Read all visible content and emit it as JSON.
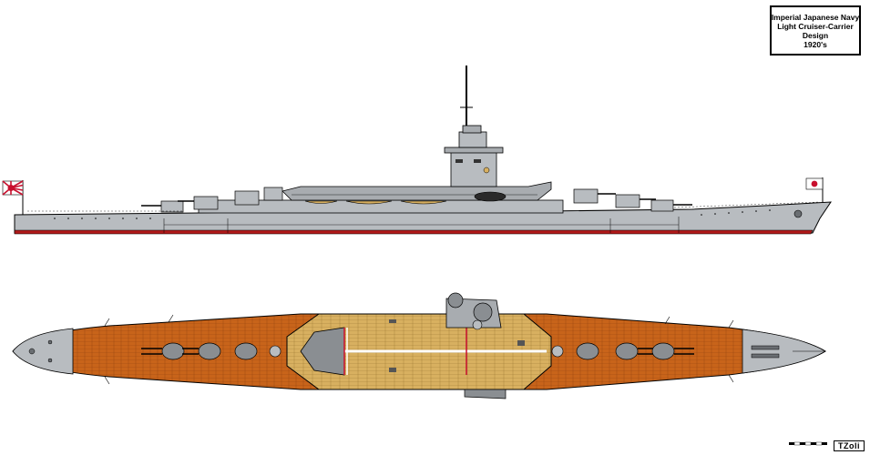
{
  "title_box": {
    "lines": [
      "Imperial Japanese Navy",
      "Light Cruiser-Carrier",
      "Design",
      "1920's"
    ]
  },
  "signature": "TZoli",
  "colors": {
    "hull_grey": "#b8bcc0",
    "dark_grey": "#8a8e92",
    "deck_wood": "#c8641a",
    "flight_deck": "#d8b060",
    "boot_topping": "#b01a1a",
    "outline": "#000000"
  },
  "flags": {
    "stern_flag": "rising-sun-ensign",
    "bow_flag": "japanese-national-flag"
  }
}
